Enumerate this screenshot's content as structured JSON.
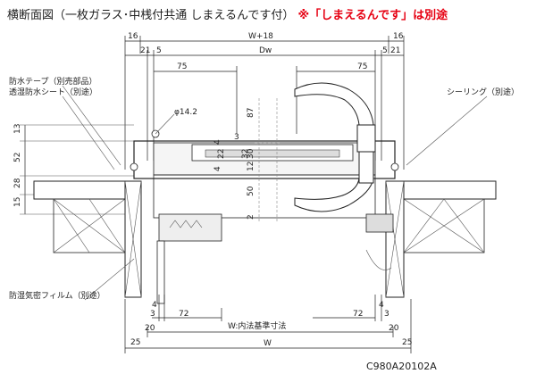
{
  "title": {
    "main": "横断面図（一枚ガラス･中桟付共通 しまえるんです付）",
    "note": "※「しまえるんです」は別途"
  },
  "labels": {
    "waterproof_tape": "防水テープ（別売部品）",
    "moisture_sheet": "透湿防水シート（別途）",
    "sealing": "シーリング（別途）",
    "vapor_film": "防湿気密フィルム（別途）",
    "inner_width": "W:内法基準寸法",
    "diameter": "φ14.2"
  },
  "dims": {
    "top_left_16": "16",
    "top_w18": "W+18",
    "top_right_16": "16",
    "l21": "21",
    "l5": "5",
    "dw": "Dw",
    "r5": "5",
    "r21": "21",
    "l75": "75",
    "r75": "75",
    "v13": "13",
    "v52": "52",
    "v28": "28",
    "v15": "15",
    "v87": "87",
    "v4a": "4",
    "v3": "3",
    "v22": "22",
    "v32": "32",
    "v30": "30",
    "v4b": "4",
    "v12": "12",
    "v50": "50",
    "v2": "2",
    "b4l": "4",
    "b4r": "4",
    "b3l": "3",
    "b72l": "72",
    "b72r": "72",
    "b3r": "3",
    "b20l": "20",
    "b20r": "20",
    "b25l": "25",
    "b25r": "25",
    "bw": "W"
  },
  "drawing_code": "C980A20102A"
}
